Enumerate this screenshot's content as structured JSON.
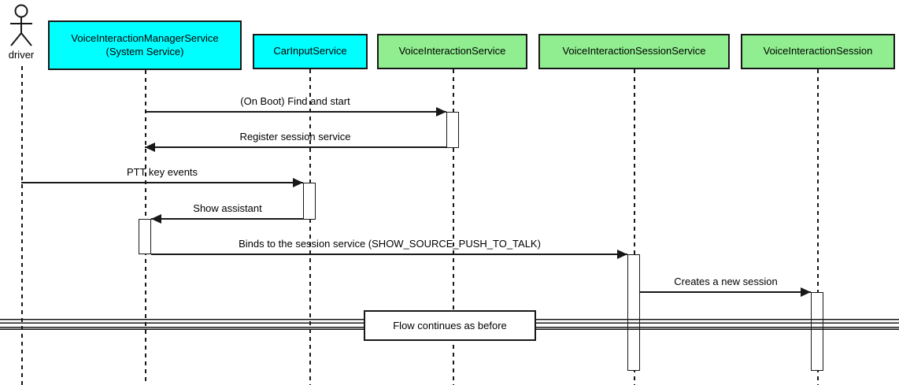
{
  "diagram": {
    "type": "uml-sequence",
    "background": "#ffffff",
    "colors": {
      "participant_cyan": "#00ffff",
      "participant_green": "#90ee90",
      "line": "#181818",
      "text": "#000000"
    },
    "actor": {
      "label": "driver"
    },
    "participants": [
      {
        "name": "VoiceInteractionManagerService",
        "sub": "(System Service)",
        "fill": "#00ffff"
      },
      {
        "name": "CarInputService",
        "fill": "#00ffff"
      },
      {
        "name": "VoiceInteractionService",
        "fill": "#90ee90"
      },
      {
        "name": "VoiceInteractionSessionService",
        "fill": "#90ee90"
      },
      {
        "name": "VoiceInteractionSession",
        "fill": "#90ee90"
      }
    ],
    "messages": [
      {
        "label": "(On Boot) Find and start",
        "from": "VoiceInteractionManagerService",
        "to": "VoiceInteractionService",
        "direction": "right"
      },
      {
        "label": "Register session service",
        "from": "VoiceInteractionService",
        "to": "VoiceInteractionManagerService",
        "direction": "left"
      },
      {
        "label": "PTT key events",
        "from": "driver",
        "to": "CarInputService",
        "direction": "right"
      },
      {
        "label": "Show assistant",
        "from": "CarInputService",
        "to": "VoiceInteractionManagerService",
        "direction": "left"
      },
      {
        "label": "Binds to the session service (SHOW_SOURCE_PUSH_TO_TALK)",
        "from": "VoiceInteractionManagerService",
        "to": "VoiceInteractionSessionService",
        "direction": "right"
      },
      {
        "label": "Creates a new session",
        "from": "VoiceInteractionSessionService",
        "to": "VoiceInteractionSession",
        "direction": "right"
      }
    ],
    "divider": {
      "label": "Flow continues as before"
    }
  }
}
